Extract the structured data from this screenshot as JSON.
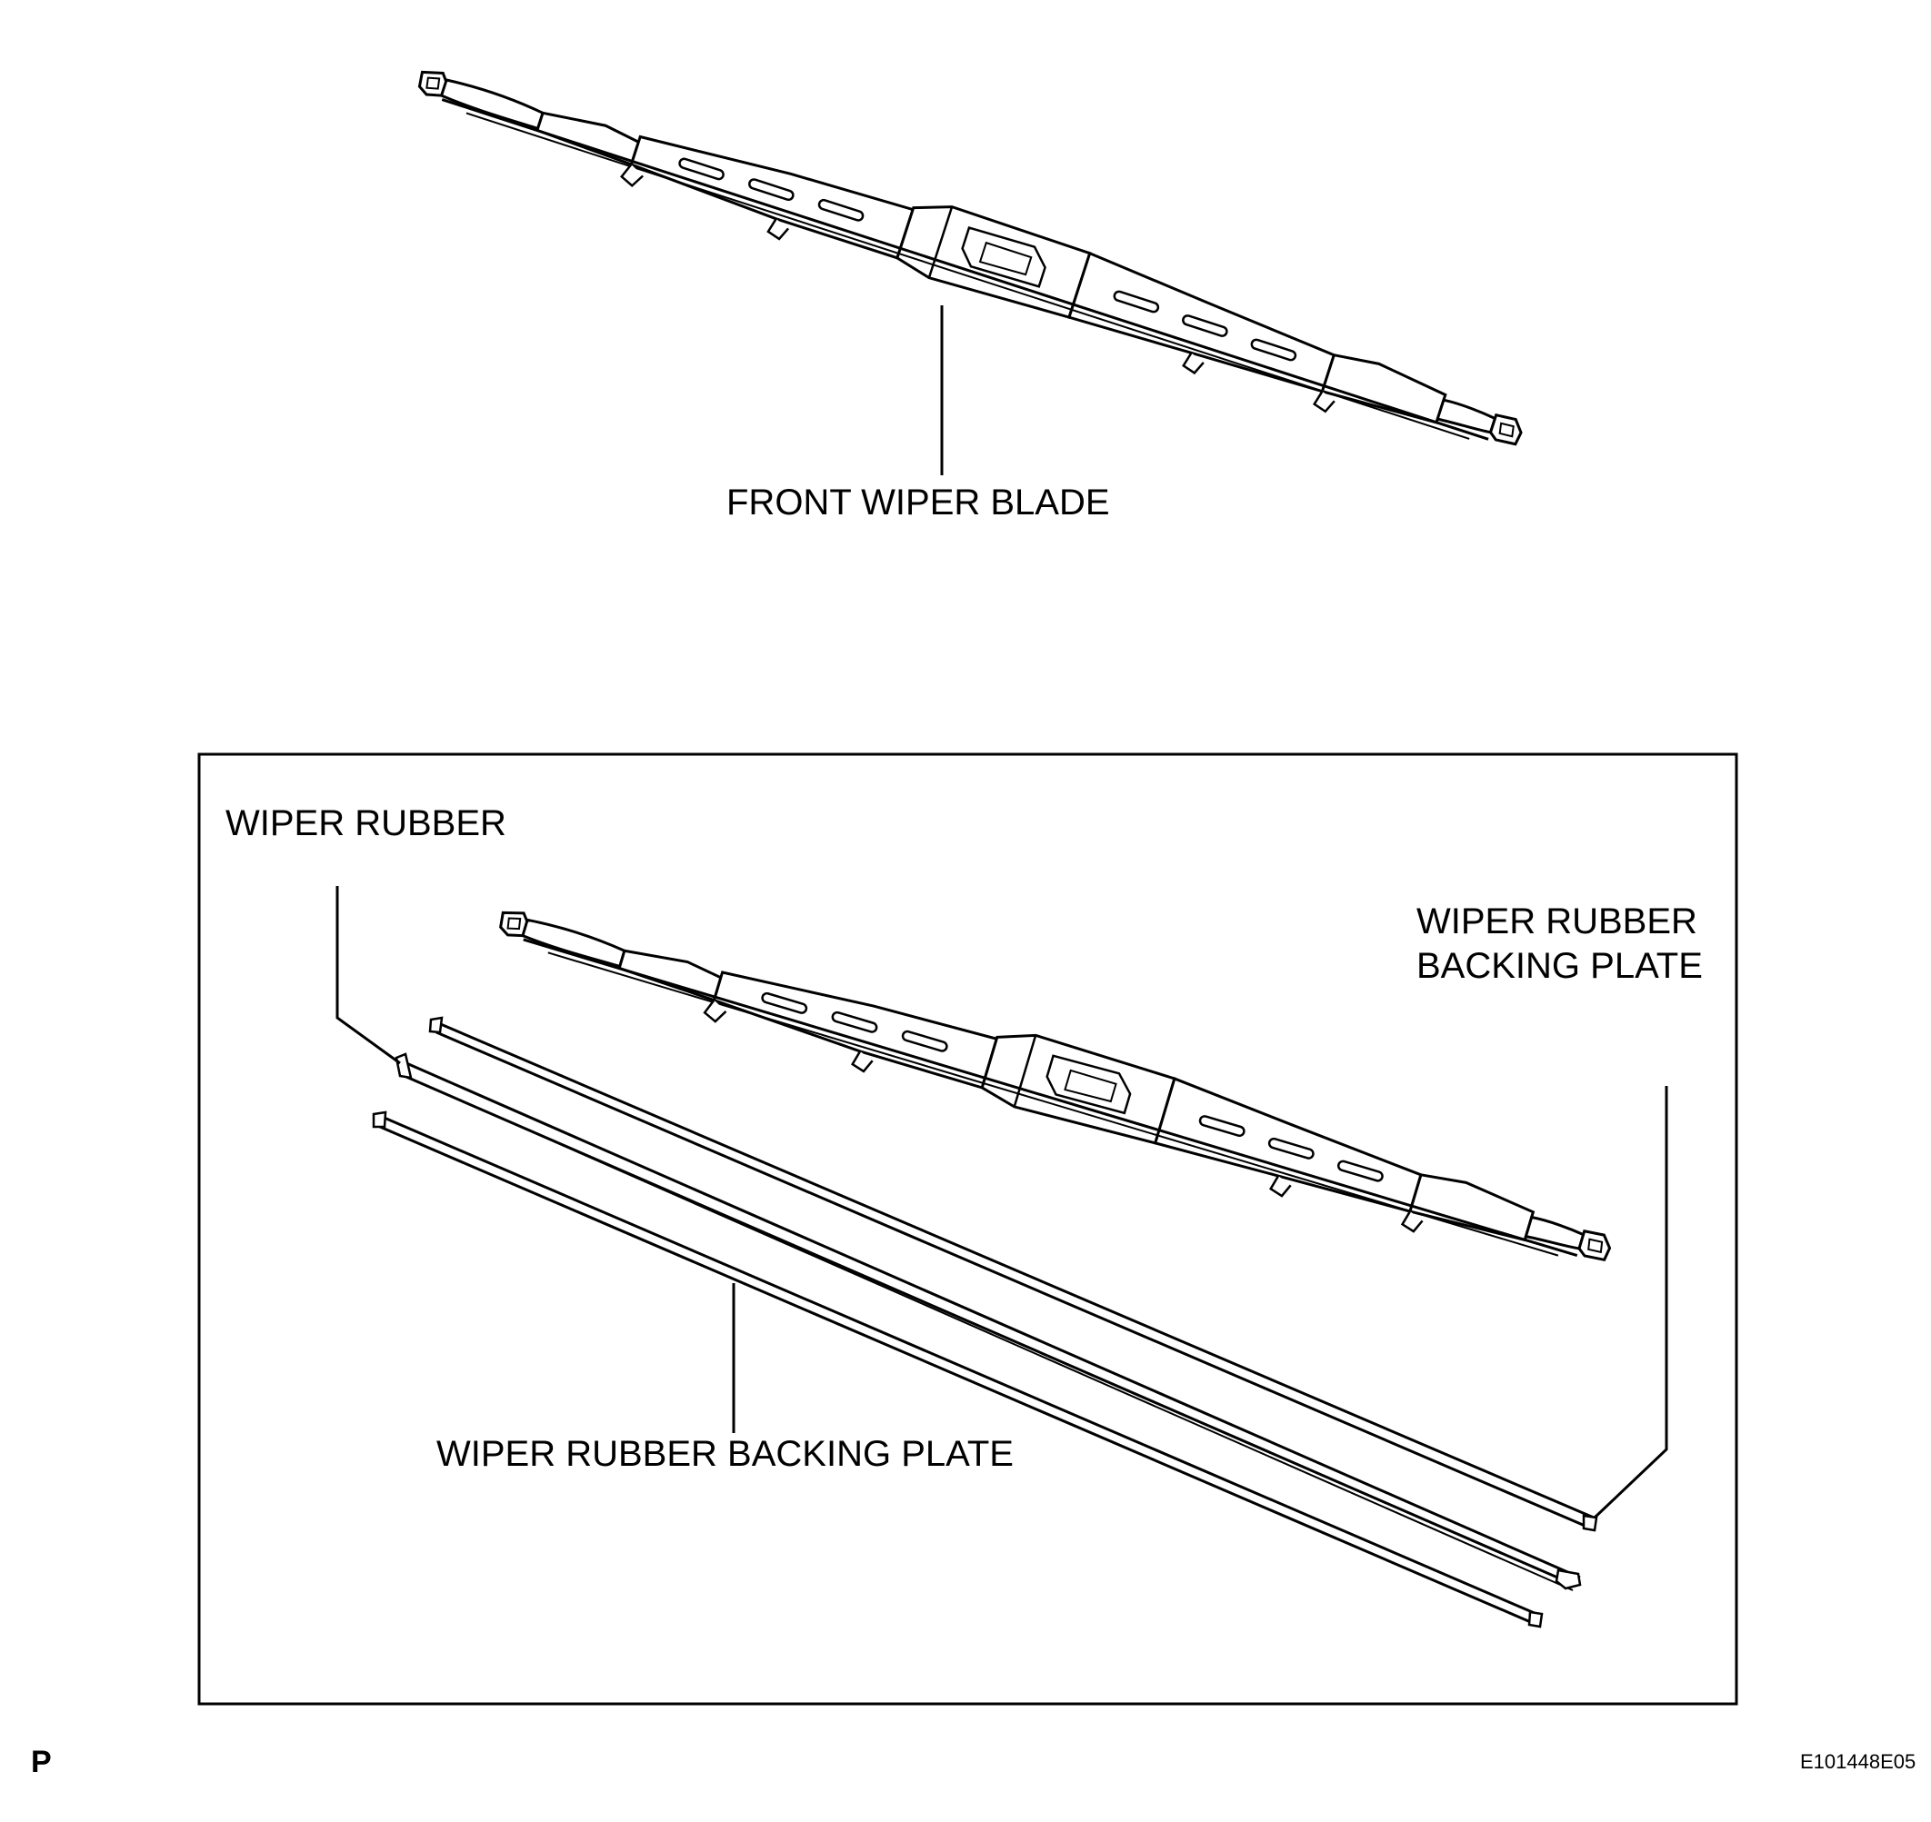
{
  "labels": {
    "front_wiper_blade": "FRONT WIPER BLADE",
    "wiper_rubber": "WIPER RUBBER",
    "backing_plate_upper": [
      "WIPER RUBBER",
      "BACKING PLATE"
    ],
    "backing_plate_lower": "WIPER RUBBER BACKING PLATE"
  },
  "page_marker": "P",
  "figure_code": "E101448E05",
  "colors": {
    "line": "#000000",
    "background": "#ffffff"
  }
}
